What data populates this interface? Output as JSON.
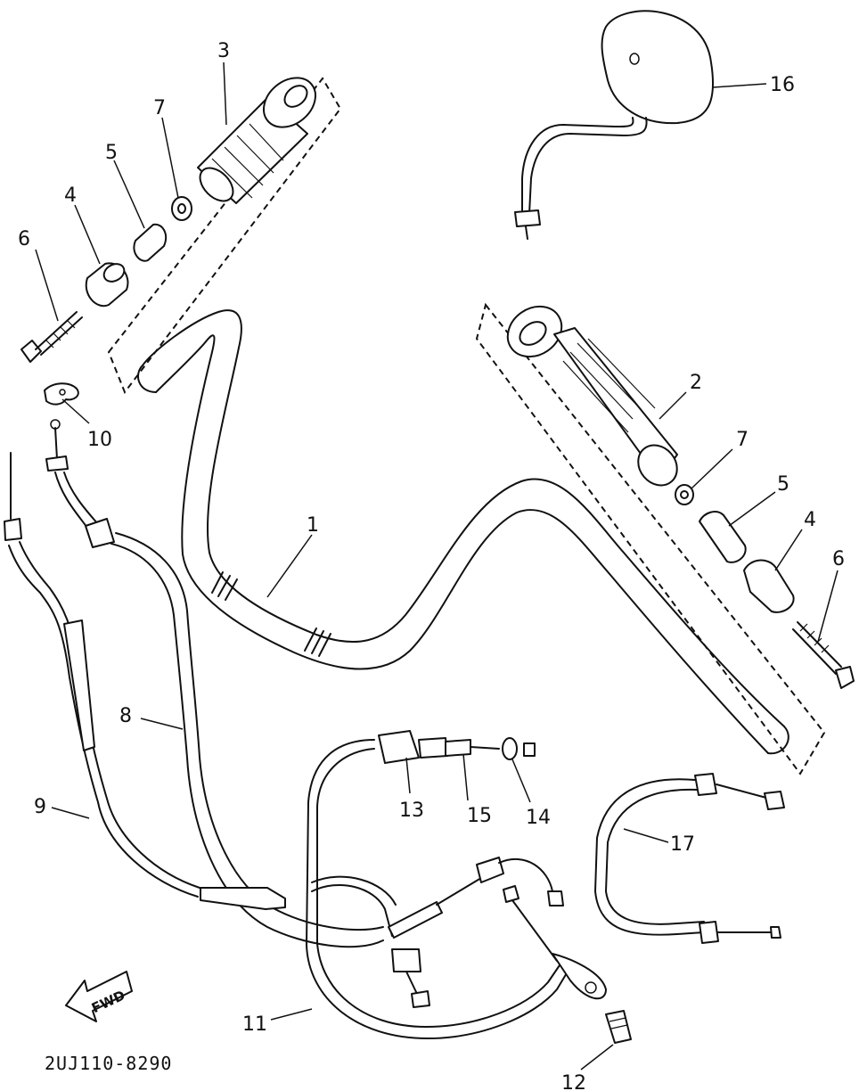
{
  "drawing_code": "2UJ110-8290",
  "fwd_label": "FWD",
  "callouts": [
    {
      "id": "1",
      "text": "1"
    },
    {
      "id": "2",
      "text": "2"
    },
    {
      "id": "3",
      "text": "3"
    },
    {
      "id": "4a",
      "text": "4"
    },
    {
      "id": "4b",
      "text": "4"
    },
    {
      "id": "5a",
      "text": "5"
    },
    {
      "id": "5b",
      "text": "5"
    },
    {
      "id": "6a",
      "text": "6"
    },
    {
      "id": "6b",
      "text": "6"
    },
    {
      "id": "7a",
      "text": "7"
    },
    {
      "id": "7b",
      "text": "7"
    },
    {
      "id": "8",
      "text": "8"
    },
    {
      "id": "9",
      "text": "9"
    },
    {
      "id": "10",
      "text": "10"
    },
    {
      "id": "11",
      "text": "11"
    },
    {
      "id": "12",
      "text": "12"
    },
    {
      "id": "13",
      "text": "13"
    },
    {
      "id": "14",
      "text": "14"
    },
    {
      "id": "15",
      "text": "15"
    },
    {
      "id": "16",
      "text": "16"
    },
    {
      "id": "17",
      "text": "17"
    }
  ]
}
